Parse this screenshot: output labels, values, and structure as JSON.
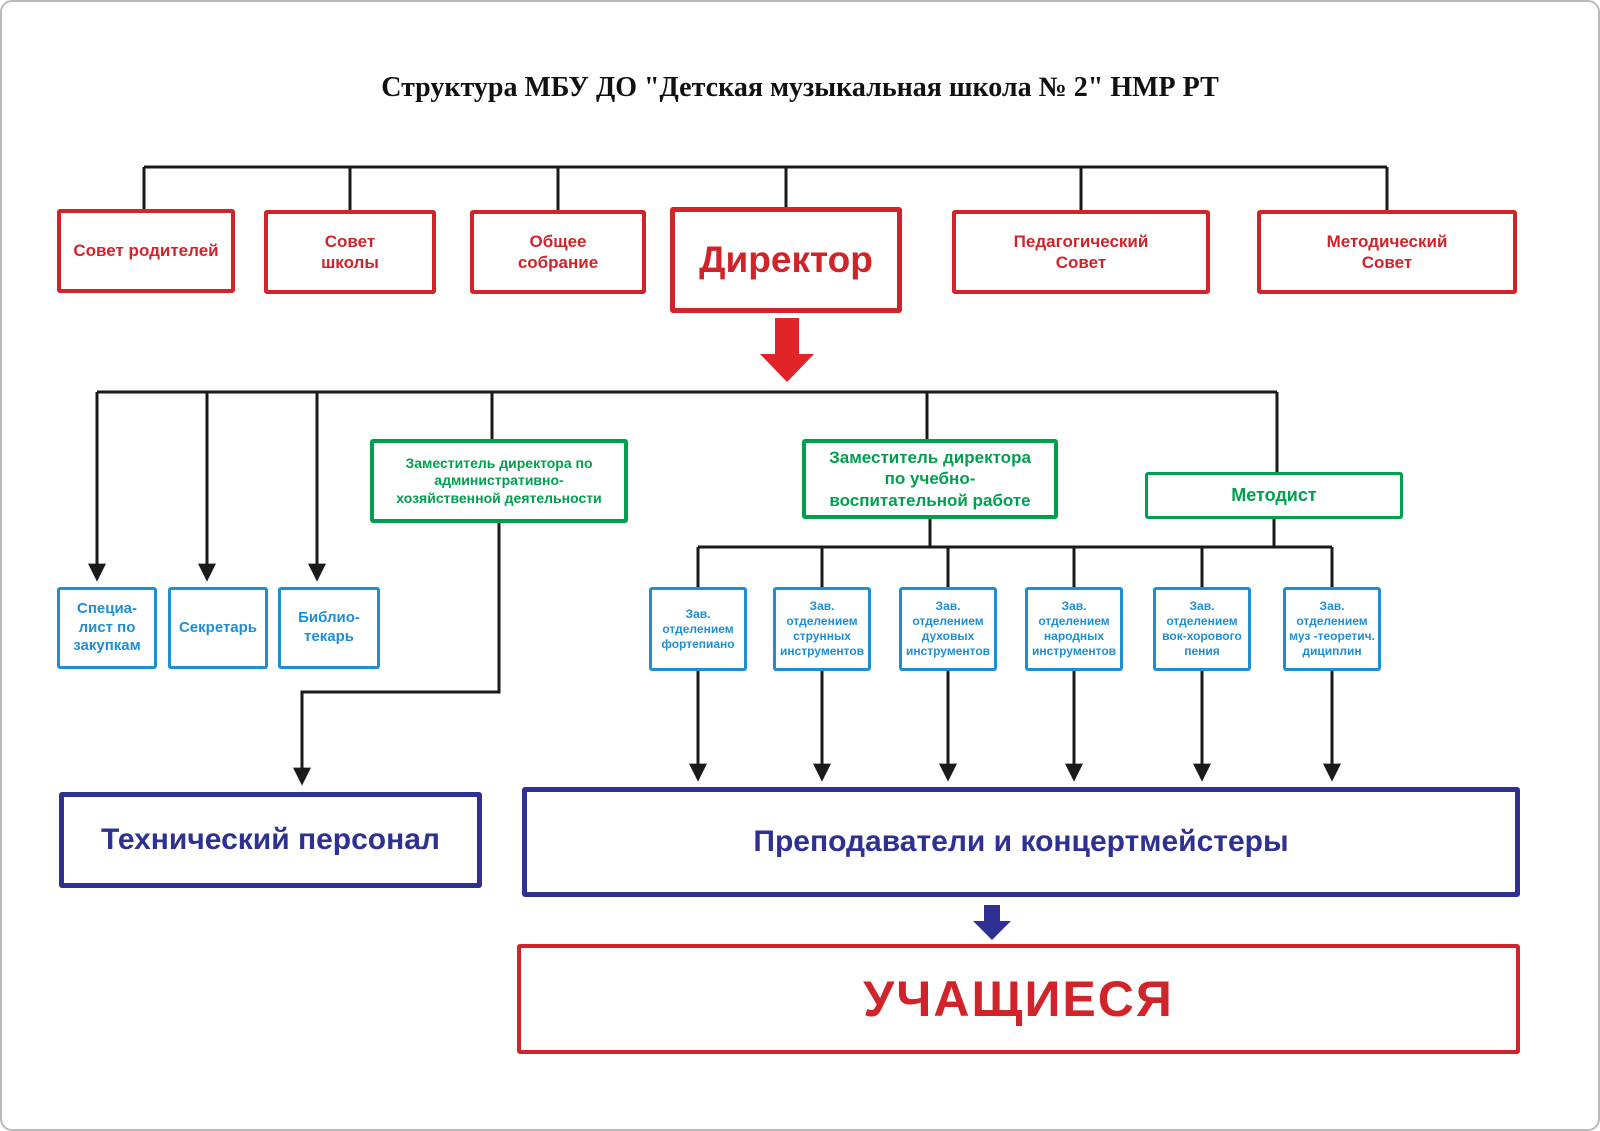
{
  "title": "Структура МБУ ДО \"Детская музыкальная школа № 2\" НМР РТ",
  "top_row": {
    "parents_council": "Совет родителей",
    "school_council": "Совет\nшколы",
    "general_meeting": "Общее\nсобрание",
    "director": "Директор",
    "pedagogical_council": "Педагогический\nСовет",
    "methodical_council": "Методический\nСовет"
  },
  "level2": {
    "deputy_admin": "Заместитель директора по\nадминистративно-\nхозяйственной деятельности",
    "deputy_education": "Заместитель директора\nпо учебно-\nвоспитательной работе",
    "methodist": "Методист"
  },
  "staff": {
    "procurement_specialist": "Специа-\nлист по\nзакупкам",
    "secretary": "Секретарь",
    "librarian": "Библио-\nтекарь"
  },
  "department_heads": [
    "Зав.\nотделением\nфортепиано",
    "Зав.\nотделением\nструнных\nинструментов",
    "Зав.\nотделением\nдуховых\nинструментов",
    "Зав.\nотделением\nнародных\nинструментов",
    "Зав.\nотделением\nвок-хорового\nпения",
    "Зав.\nотделением\nмуз -теоретич.\nдициплин"
  ],
  "bottom": {
    "technical_staff": "Технический персонал",
    "teachers": "Преподаватели и концертмейстеры",
    "students": "УЧАЩИЕСЯ"
  },
  "colors": {
    "red": "#d1232a",
    "green": "#00a04e",
    "blue": "#1e8fd5",
    "navy": "#2e3192",
    "line": "#1a1a1a"
  }
}
